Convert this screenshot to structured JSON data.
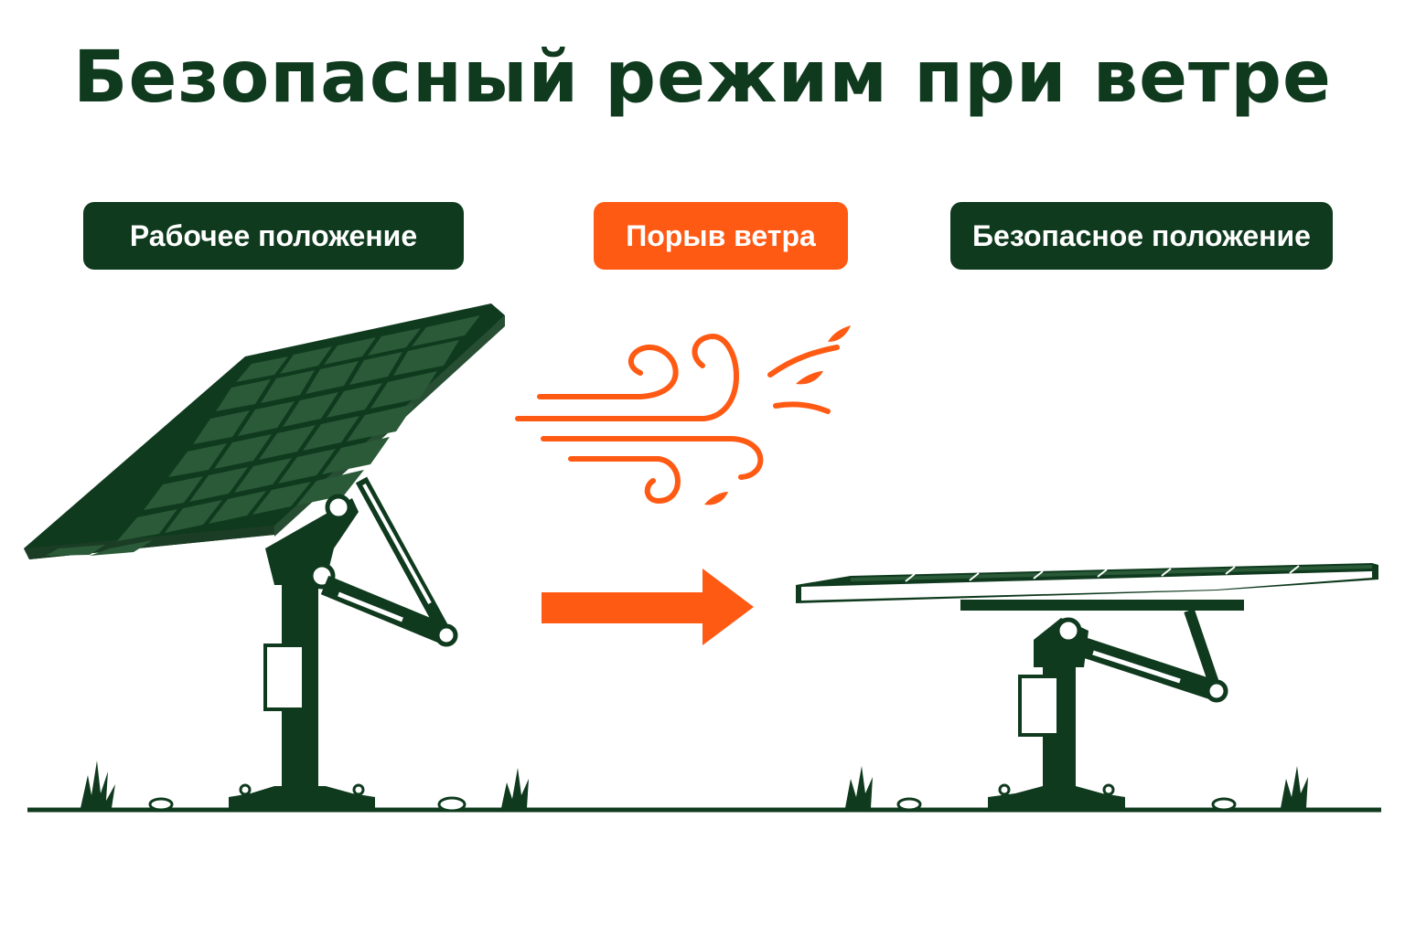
{
  "title": "Безопасный режим при ветре",
  "labels": {
    "working": "Рабочее положение",
    "gust": "Порыв ветра",
    "safe": "Безопасное положение"
  },
  "colors": {
    "dark_green": "#0f3a1e",
    "accent_orange": "#ff5a14",
    "panel_cell": "#1d4a2a",
    "background": "#ffffff"
  },
  "icons": [
    "wind-gust-icon",
    "arrow-right-icon",
    "solar-panel-tilted",
    "solar-panel-flat",
    "grass-tuft-icon"
  ]
}
